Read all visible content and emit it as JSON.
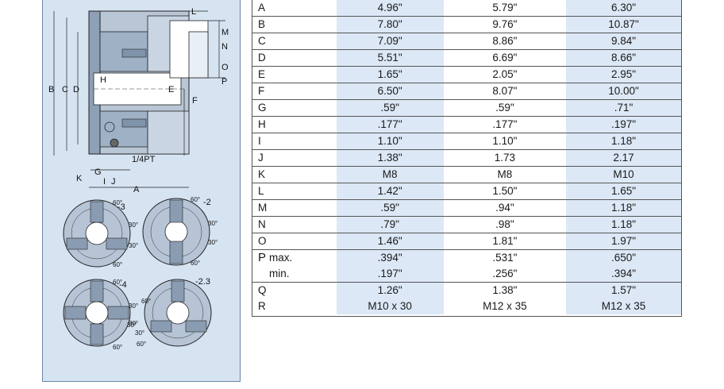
{
  "drawing": {
    "dim_labels": {
      "L": "L",
      "M": "M",
      "N": "N",
      "O": "O",
      "P": "P",
      "B": "B",
      "C": "C",
      "D": "D",
      "H": "H",
      "E": "E",
      "F": "F",
      "G": "G",
      "I": "I",
      "J": "J",
      "K": "K",
      "A": "A",
      "thread": "1/4PT"
    },
    "variants": [
      {
        "label": "-3",
        "angles": [
          "60°",
          "30°",
          "30°",
          "60°"
        ]
      },
      {
        "label": "-2",
        "angles": [
          "60°",
          "30°",
          "30°",
          "60°"
        ]
      },
      {
        "label": "-4",
        "angles": [
          "60°",
          "30°",
          "30°",
          "60°"
        ]
      },
      {
        "label": "-2.3",
        "angles": [
          "60°",
          "30°",
          "30°",
          "60°"
        ]
      }
    ]
  },
  "table": {
    "rows": [
      {
        "dim": "A",
        "v1": "4.96\"",
        "v2": "5.79\"",
        "v3": "6.30\""
      },
      {
        "dim": "B",
        "v1": "7.80\"",
        "v2": "9.76\"",
        "v3": "10.87\""
      },
      {
        "dim": "C",
        "v1": "7.09\"",
        "v2": "8.86\"",
        "v3": "9.84\""
      },
      {
        "dim": "D",
        "v1": "5.51\"",
        "v2": "6.69\"",
        "v3": "8.66\""
      },
      {
        "dim": "E",
        "v1": "1.65\"",
        "v2": "2.05\"",
        "v3": "2.95\""
      },
      {
        "dim": "F",
        "v1": "6.50\"",
        "v2": "8.07\"",
        "v3": "10.00\""
      },
      {
        "dim": "G",
        "v1": ".59\"",
        "v2": ".59\"",
        "v3": ".71\""
      },
      {
        "dim": "H",
        "v1": ".177\"",
        "v2": ".177\"",
        "v3": ".197\""
      },
      {
        "dim": "I",
        "v1": "1.10\"",
        "v2": "1.10\"",
        "v3": "1.18\""
      },
      {
        "dim": "J",
        "v1": "1.38\"",
        "v2": "1.73",
        "v3": "2.17"
      },
      {
        "dim": "K",
        "v1": "M8",
        "v2": "M8",
        "v3": "M10"
      },
      {
        "dim": "L",
        "v1": "1.42\"",
        "v2": "1.50\"",
        "v3": "1.65\""
      },
      {
        "dim": "M",
        "v1": ".59\"",
        "v2": ".94\"",
        "v3": "1.18\""
      },
      {
        "dim": "N",
        "v1": ".79\"",
        "v2": ".98\"",
        "v3": "1.18\""
      },
      {
        "dim": "O",
        "v1": "1.46\"",
        "v2": "1.81\"",
        "v3": "1.97\""
      }
    ],
    "p_row": {
      "dim": "P",
      "max_label": "max.",
      "min_label": "min.",
      "max": {
        "v1": ".394\"",
        "v2": ".531\"",
        "v3": ".650\""
      },
      "min": {
        "v1": ".197\"",
        "v2": ".256\"",
        "v3": ".394\""
      }
    },
    "qr_row": {
      "q": {
        "dim": "Q",
        "v1": "1.26\"",
        "v2": "1.38\"",
        "v3": "1.57\""
      },
      "r": {
        "dim": "R",
        "v1": "M10 x 30",
        "v2": "M12 x 35",
        "v3": "M12 x 35"
      }
    }
  }
}
